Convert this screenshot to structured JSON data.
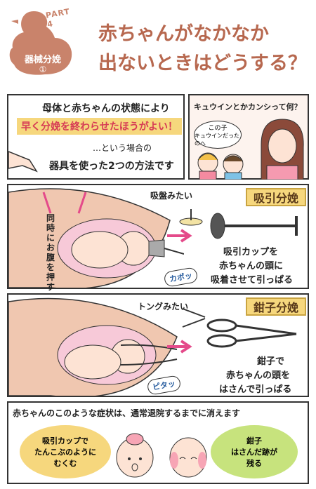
{
  "header": {
    "part": "PART 4",
    "tag_line1": "器械分娩",
    "tag_line2": "①",
    "title_line1": "赤ちゃんがなかなか",
    "title_line2": "出ないときはどうする？",
    "duck_color": "#c9836b",
    "title_color": "#b7684f"
  },
  "panel1": {
    "line1": "母体と赤ちゃんの状態により",
    "highlight": "早く分娩を終わらせたほうがよい！",
    "line3": "…という場合の",
    "line4": "器具を使った2つの方法です",
    "highlight_color": "#e4455c"
  },
  "panel2": {
    "question": "キュウインとかカンシって何？",
    "kid_text1": "この子",
    "kid_text2": "キュウインだったのへ"
  },
  "panel3": {
    "side_text": "同時にお腹を押すことも",
    "tool_note": "吸盤みたい",
    "label": "吸引分娩",
    "desc1": "吸引カップを",
    "desc2": "赤ちゃんの頭に",
    "desc3": "吸着させて引っぱる",
    "sound": "カポッ"
  },
  "panel4": {
    "tool_note": "トングみたい",
    "label": "鉗子分娩",
    "desc1": "鉗子で",
    "desc2": "赤ちゃんの頭を",
    "desc3": "はさんで引っぱる",
    "sound": "ピタッ"
  },
  "panel5": {
    "headline": "赤ちゃんのこのような症状は、通常退院するまでに消えます",
    "left_bubble1": "吸引カップで",
    "left_bubble2": "たんこぶのように",
    "left_bubble3": "むくむ",
    "right_bubble1": "鉗子",
    "right_bubble2": "はさんだ跡が",
    "right_bubble3": "残る",
    "left_color": "#f6d77d",
    "right_color": "#c7e37d"
  }
}
